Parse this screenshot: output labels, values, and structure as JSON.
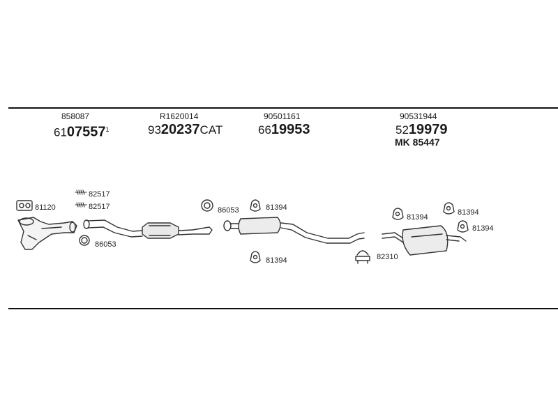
{
  "columns": [
    {
      "ref": "858087",
      "prefix": "61",
      "number": "07557",
      "suffix": "",
      "note": "1"
    },
    {
      "ref": "R1620014",
      "prefix": "93",
      "number": "20237",
      "suffix": "CAT",
      "note": ""
    },
    {
      "ref": "90501161",
      "prefix": "66",
      "number": "19953",
      "suffix": "",
      "note": ""
    },
    {
      "ref": "90531944",
      "prefix": "52",
      "number": "19979",
      "suffix": "",
      "note": "",
      "extra": "MK  85447"
    }
  ],
  "labels": {
    "gasket_81120": "81120",
    "bolt_82517_a": "82517",
    "bolt_82517_b": "82517",
    "ring_86053_a": "86053",
    "ring_86053_b": "86053",
    "hanger_81394_a": "81394",
    "hanger_81394_b": "81394",
    "hanger_81394_c": "81394",
    "hanger_81394_d": "81394",
    "hanger_81394_e": "81394",
    "clamp_82310": "82310"
  }
}
